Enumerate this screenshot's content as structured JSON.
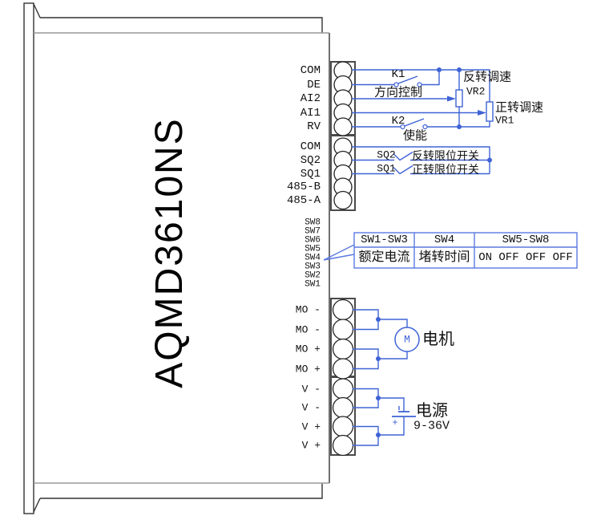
{
  "device": {
    "model": "AQMD3610NS"
  },
  "terminals": {
    "signal1": [
      "COM",
      "DE",
      "AI2",
      "AI1",
      "RV"
    ],
    "signal2": [
      "COM",
      "SQ2",
      "SQ1",
      "485-B",
      "485-A"
    ],
    "dip": [
      "SW8",
      "SW7",
      "SW6",
      "SW5",
      "SW4",
      "SW3",
      "SW2",
      "SW1"
    ],
    "motor": [
      "MO -",
      "MO -",
      "MO +",
      "MO +"
    ],
    "power": [
      "V -",
      "V -",
      "V +",
      "V +"
    ]
  },
  "switches": {
    "k1": "K1",
    "k1_desc": "方向控制",
    "k2": "K2",
    "k2_desc": "使能",
    "sq2": "SQ2",
    "sq2_desc": "反转限位开关",
    "sq1": "SQ1",
    "sq1_desc": "正转限位开关"
  },
  "pots": {
    "vr2_desc": "反转调速",
    "vr2": "VR2",
    "vr1_desc": "正转调速",
    "vr1": "VR1"
  },
  "motor": {
    "label": "电机",
    "symbol": "M"
  },
  "power": {
    "label": "电源",
    "range": "9-36V",
    "plus": "+"
  },
  "dip_table": {
    "headers": [
      "SW1-SW3",
      "SW4",
      "SW5-SW8"
    ],
    "values": [
      "额定电流",
      "堵转时间",
      "ON OFF OFF OFF"
    ]
  },
  "colors": {
    "wire": "#3f63d6",
    "outline": "#333333",
    "table_border": "#5b79e0"
  }
}
